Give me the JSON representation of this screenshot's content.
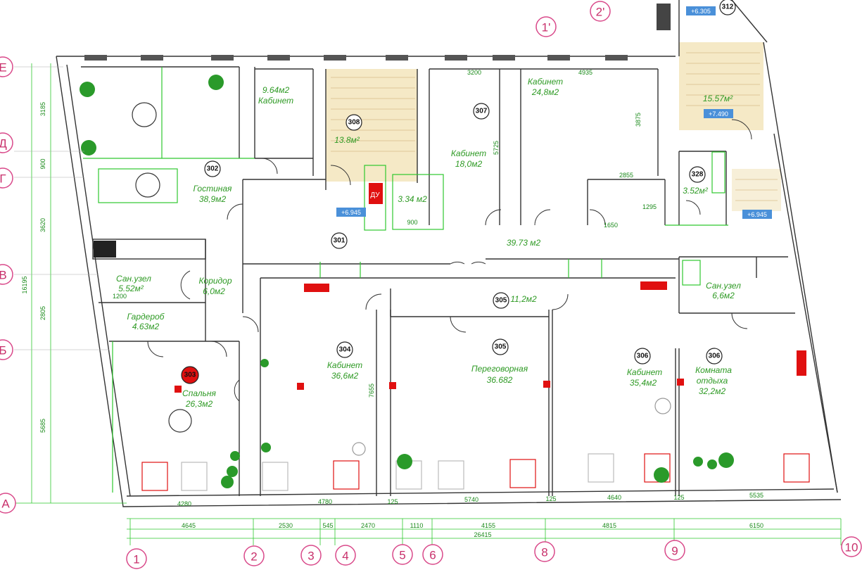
{
  "axes_top": [
    "1'",
    "2'"
  ],
  "axes_left": [
    "Е",
    "Д",
    "Г",
    "В",
    "Б",
    "А"
  ],
  "axes_bottom": [
    "1",
    "2",
    "3",
    "4",
    "5",
    "6",
    "8",
    "9",
    "10"
  ],
  "rooms": {
    "r302_label": "Гостиная",
    "r302_area": "38,9м2",
    "r_cab_area": "9.64м2",
    "r_cab_label": "Кабинет",
    "r307_label": "Кабинет",
    "r307_area": "18,0м2",
    "r_cab2_label": "Кабинет",
    "r_cab2_area": "24,8м2",
    "r312_area": "15.57м²",
    "r328_area": "3.52м²",
    "r_wc_small_area": "3.34 м2",
    "r301_area": "39.73 м2",
    "r_san1_label": "Сан.узел",
    "r_san1_area": "5.52м²",
    "r_corr_label": "Коридор",
    "r_corr_area": "6,0м2",
    "r_gard_label": "Гардероб",
    "r_gard_area": "4.63м2",
    "r303_label": "Спальня",
    "r303_area": "26,3м2",
    "r304_label": "Кабинет",
    "r304_area": "36,6м2",
    "r305_small_area": "11,2м2",
    "r305_label": "Переговорная",
    "r305_area": "36.682",
    "r306a_label": "Кабинет",
    "r306a_area": "35,4м2",
    "r306b_label": "Комната",
    "r306b_label2": "отдыха",
    "r306b_area": "32,2м2",
    "r_san2_label": "Сан.узел",
    "r_san2_area": "6,6м2",
    "r308_area": "13.8м²",
    "wc_tag": "ДУ"
  },
  "markers": [
    "302",
    "308",
    "307",
    "312",
    "328",
    "301",
    "305",
    "303",
    "304",
    "305",
    "306",
    "306"
  ],
  "levels": [
    "+6.305",
    "+7.490",
    "+6.945",
    "+6.945"
  ],
  "dims_left": [
    "3185",
    "900",
    "3620",
    "2805",
    "5685",
    "16195"
  ],
  "dims_inner": [
    "3200",
    "4935",
    "5725",
    "3875",
    "2855",
    "1295",
    "1650",
    "900",
    "1200",
    "7655",
    "4280",
    "4780",
    "125",
    "5740",
    "125",
    "4640",
    "125",
    "5535"
  ],
  "dims_bottom": [
    "4645",
    "2530",
    "545",
    "2470",
    "1110",
    "4155",
    "4815",
    "6150"
  ],
  "dims_total": "26415",
  "colors": {
    "wall": "#333333",
    "green": "#2ec82e",
    "pink": "#d9498a",
    "red_fixture": "#e01010",
    "stair_fill": "#f2e3b8",
    "level_tag": "#4a90d9"
  }
}
